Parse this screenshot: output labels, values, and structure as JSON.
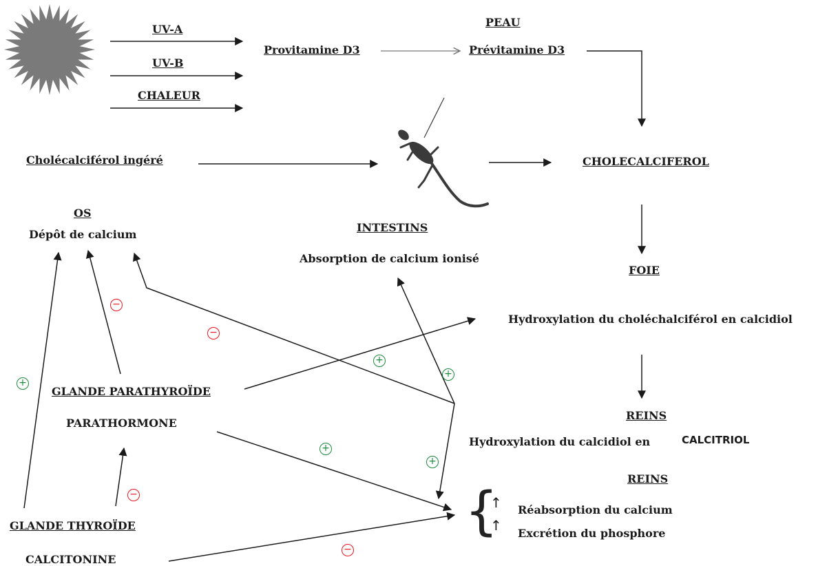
{
  "sources": {
    "uva": "UV-A",
    "uvb": "UV-B",
    "chaleur": "CHALEUR"
  },
  "skin": {
    "peau": "PEAU",
    "provitamine": "Provitamine D3",
    "previtamine": "Prévitamine D3"
  },
  "ingested": "Cholécalciférol ingéré",
  "cholecalciferol": "CHOLECALCIFEROL",
  "foie": {
    "title": "FOIE",
    "text": "Hydroxylation du choléchalciférol en calcidiol"
  },
  "reins1": {
    "title": "REINS",
    "text": "Hydroxylation du calcidiol en",
    "product": "CALCITRIOL"
  },
  "reins2": {
    "title": "REINS",
    "item1": "Réabsorption du calcium",
    "item2": "Excrétion du phosphore"
  },
  "os": {
    "title": "OS",
    "text": "Dépôt de calcium"
  },
  "intestins": {
    "title": "INTESTINS",
    "text": "Absorption de calcium ionisé"
  },
  "parathyroide": {
    "gland": "GLANDE PARATHYROÏDE",
    "hormone": "PARATHORMONE"
  },
  "thyroide": {
    "gland": "GLANDE THYROÏDE",
    "hormone": "CALCITONINE"
  },
  "signs": {
    "plus": "+",
    "minus": "−"
  },
  "brace": "{",
  "up_arrow": "↑",
  "colors": {
    "sun": "#7a7a7a",
    "minus": "#e8141e",
    "plus": "#1b8a3a",
    "lizard": "#3a3a3a"
  }
}
